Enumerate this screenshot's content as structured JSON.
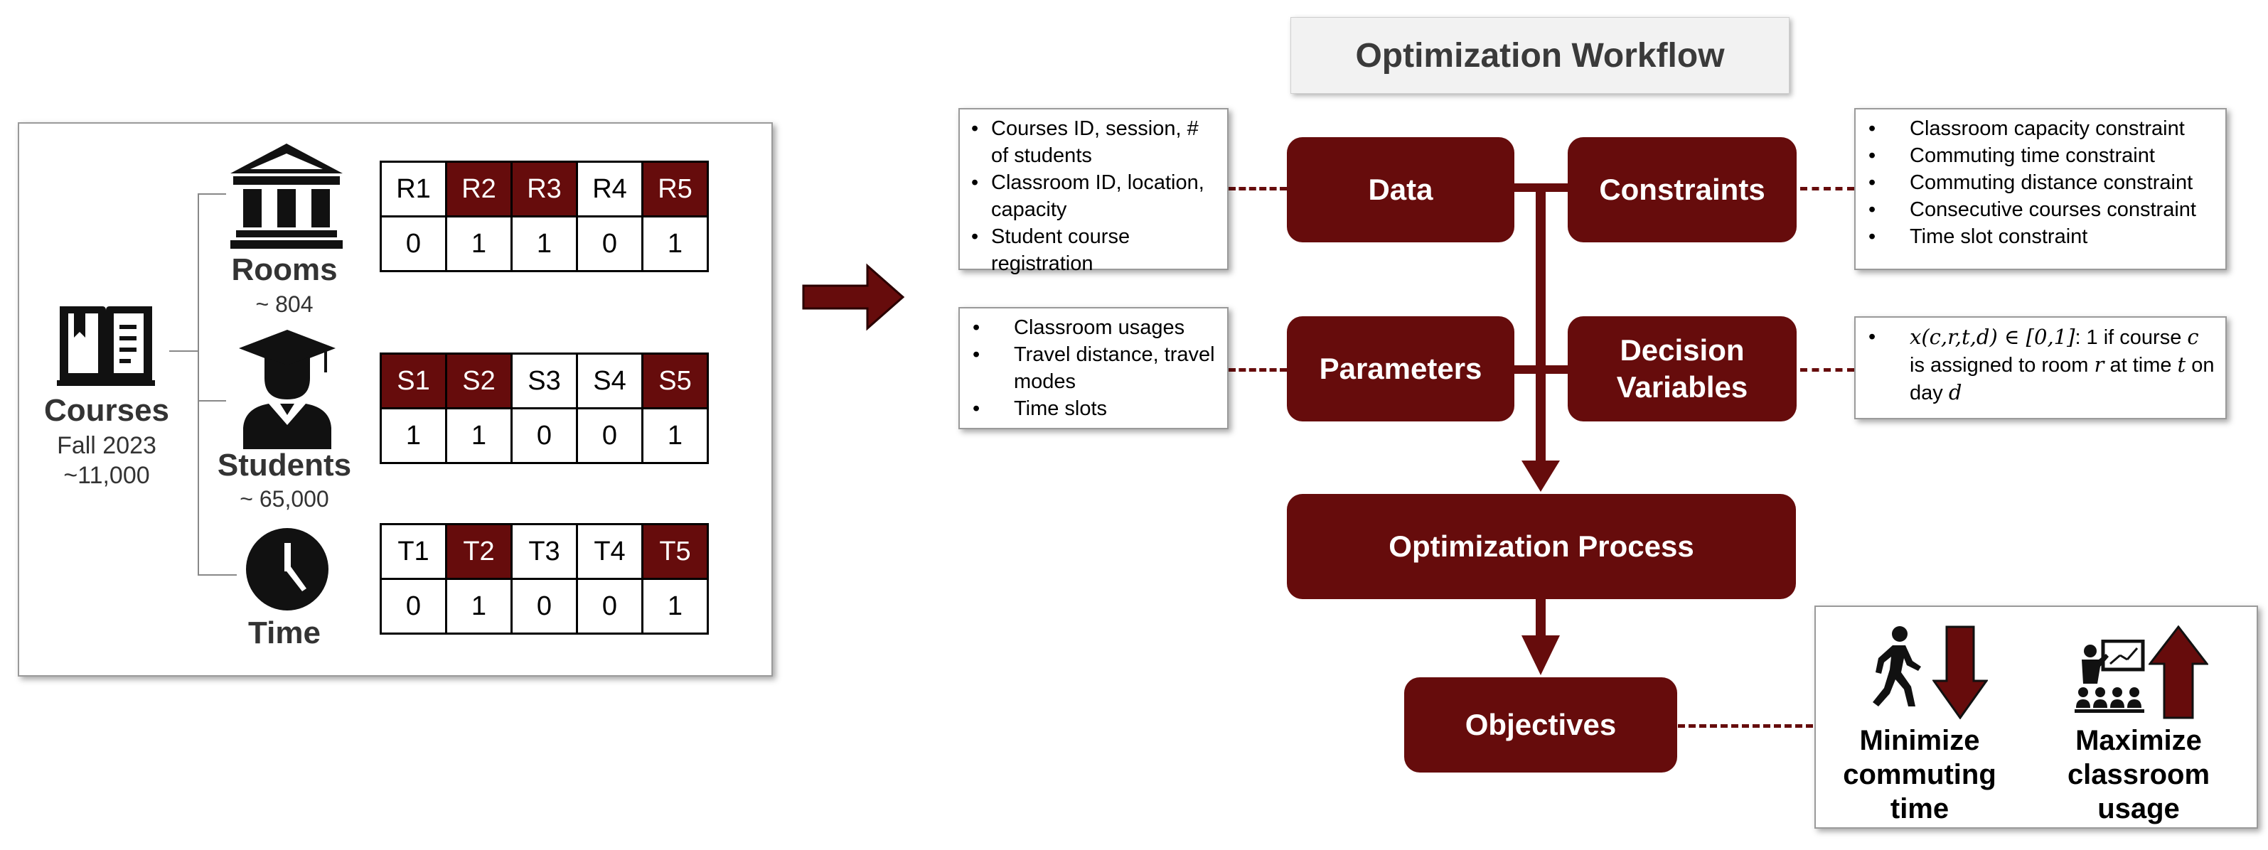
{
  "left_panel": {
    "courses": {
      "title": "Courses",
      "term": "Fall 2023",
      "count": "~11,000"
    },
    "rooms": {
      "title": "Rooms",
      "count": "~ 804",
      "headers": [
        "R1",
        "R2",
        "R3",
        "R4",
        "R5"
      ],
      "values": [
        "0",
        "1",
        "1",
        "0",
        "1"
      ],
      "highlighted": [
        false,
        true,
        true,
        false,
        true
      ]
    },
    "students": {
      "title": "Students",
      "count": "~ 65,000",
      "headers": [
        "S1",
        "S2",
        "S3",
        "S4",
        "S5"
      ],
      "values": [
        "1",
        "1",
        "0",
        "0",
        "1"
      ],
      "highlighted": [
        true,
        true,
        false,
        false,
        true
      ]
    },
    "time": {
      "title": "Time",
      "headers": [
        "T1",
        "T2",
        "T3",
        "T4",
        "T5"
      ],
      "values": [
        "0",
        "1",
        "0",
        "0",
        "1"
      ],
      "highlighted": [
        false,
        true,
        false,
        false,
        true
      ]
    }
  },
  "workflow": {
    "title": "Optimization Workflow",
    "blocks": {
      "data": "Data",
      "constraints": "Constraints",
      "parameters": "Parameters",
      "decision_variables_line1": "Decision",
      "decision_variables_line2": "Variables",
      "optimization_process": "Optimization Process",
      "objectives": "Objectives"
    },
    "data_notes": [
      "Courses ID, session, # of students",
      "Classroom ID, location, capacity",
      "Student course registration"
    ],
    "parameter_notes": [
      "Classroom usages",
      "Travel distance, travel modes",
      "Time slots"
    ],
    "constraint_notes": [
      "Classroom capacity constraint",
      "Commuting time constraint",
      "Commuting distance constraint",
      "Consecutive courses constraint",
      "Time slot constraint"
    ],
    "decision_note": {
      "expr": "x(c,r,t,d) ∈ [0,1]",
      "text_a": ": 1 if course ",
      "var_c": "c",
      "text_b": " is assigned to room ",
      "var_r": "r",
      "text_c": " at time ",
      "var_t": "t",
      "text_d": " on day ",
      "var_d": "d"
    },
    "objectives": {
      "minimize": [
        "Minimize",
        "commuting",
        "time"
      ],
      "maximize": [
        "Maximize",
        "classroom",
        "usage"
      ]
    }
  },
  "colors": {
    "accent": "#660c0c"
  },
  "icons": [
    "book-icon",
    "building-icon",
    "student-icon",
    "clock-icon",
    "arrow-right-icon",
    "walking-person-icon",
    "arrow-down-icon",
    "classroom-icon",
    "arrow-up-icon"
  ]
}
